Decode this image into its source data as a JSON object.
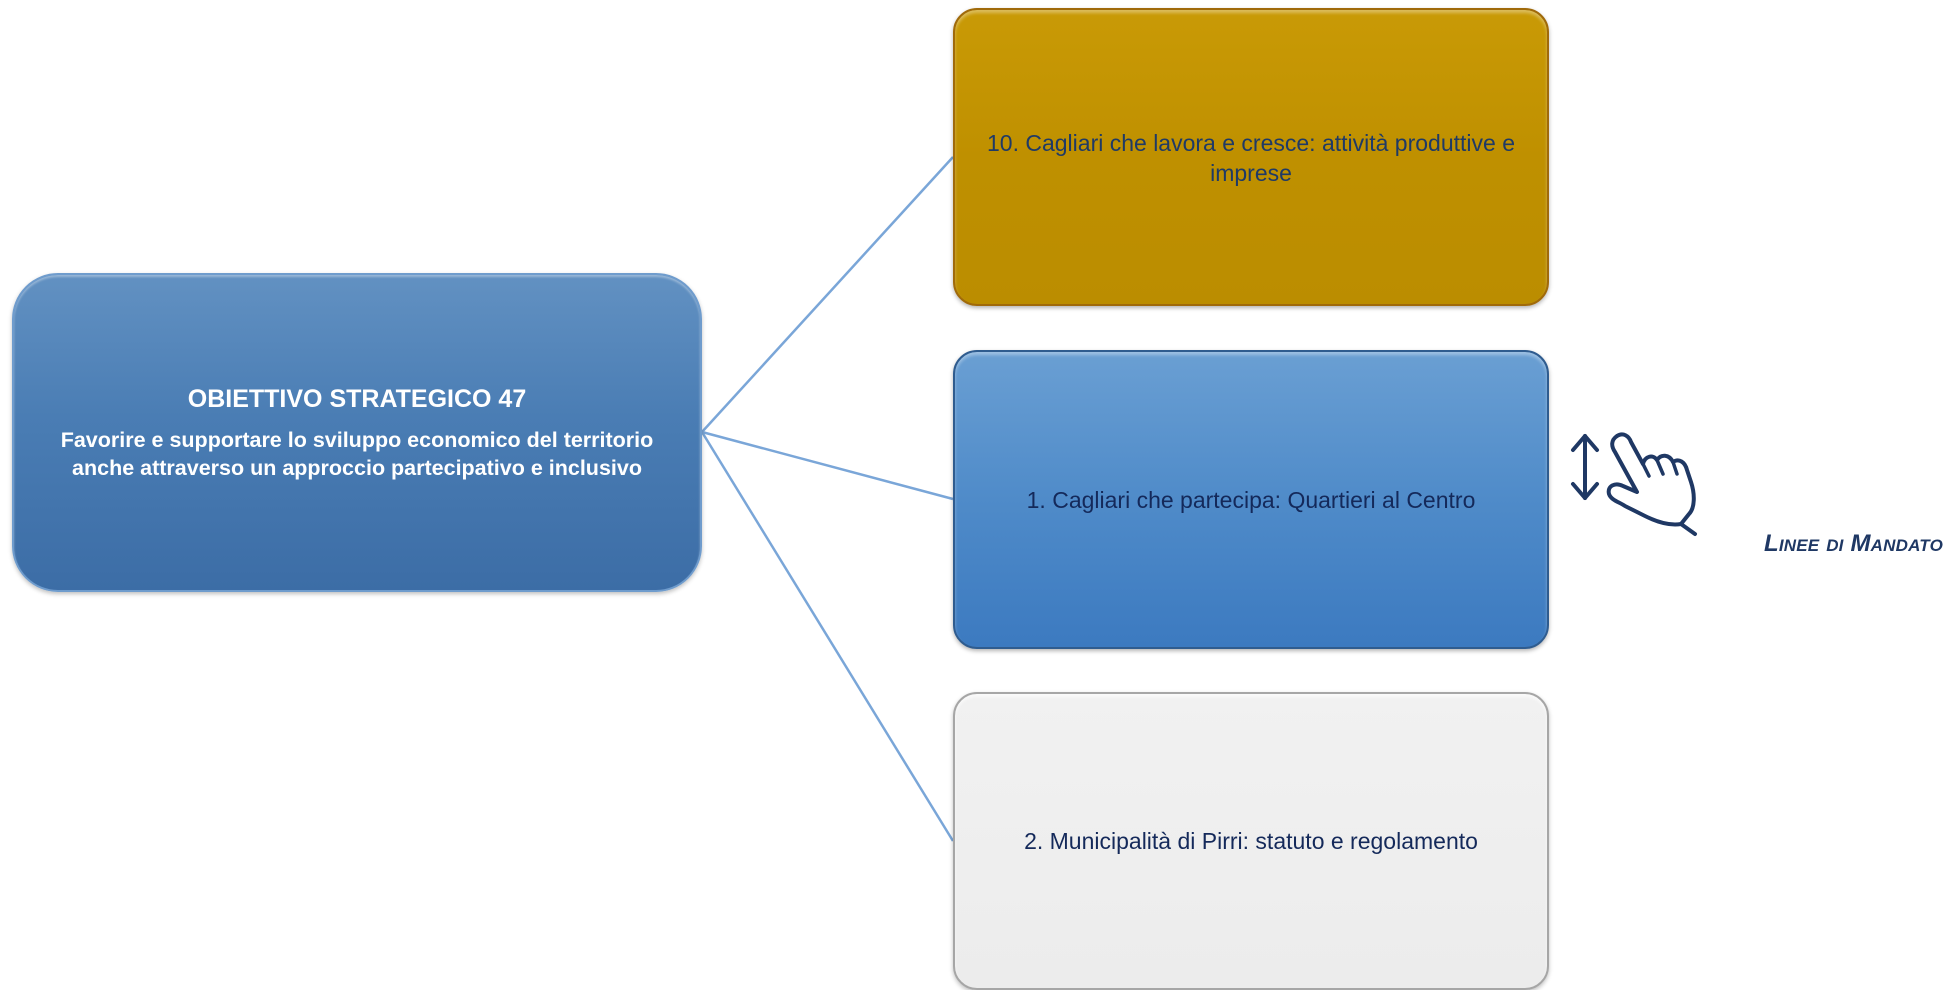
{
  "main": {
    "title": "OBIETTIVO STRATEGICO 47",
    "description": "Favorire e supportare lo sviluppo economico del territorio anche attraverso un approccio partecipativo e inclusivo"
  },
  "children": [
    {
      "label": "10. Cagliari che lavora e cresce: attività produttive e imprese",
      "color": "#bf9000"
    },
    {
      "label": "1. Cagliari che partecipa: Quartieri al Centro",
      "color": "#4f8bc9"
    },
    {
      "label": "2. Municipalità di Pirri: statuto e regolamento",
      "color": "#ececec"
    }
  ],
  "nav": {
    "label": "Linee di Mandato",
    "icon": "hand-scroll-icon"
  },
  "colors": {
    "connector": "#7aa6d8",
    "text_dark": "#1f3864"
  }
}
